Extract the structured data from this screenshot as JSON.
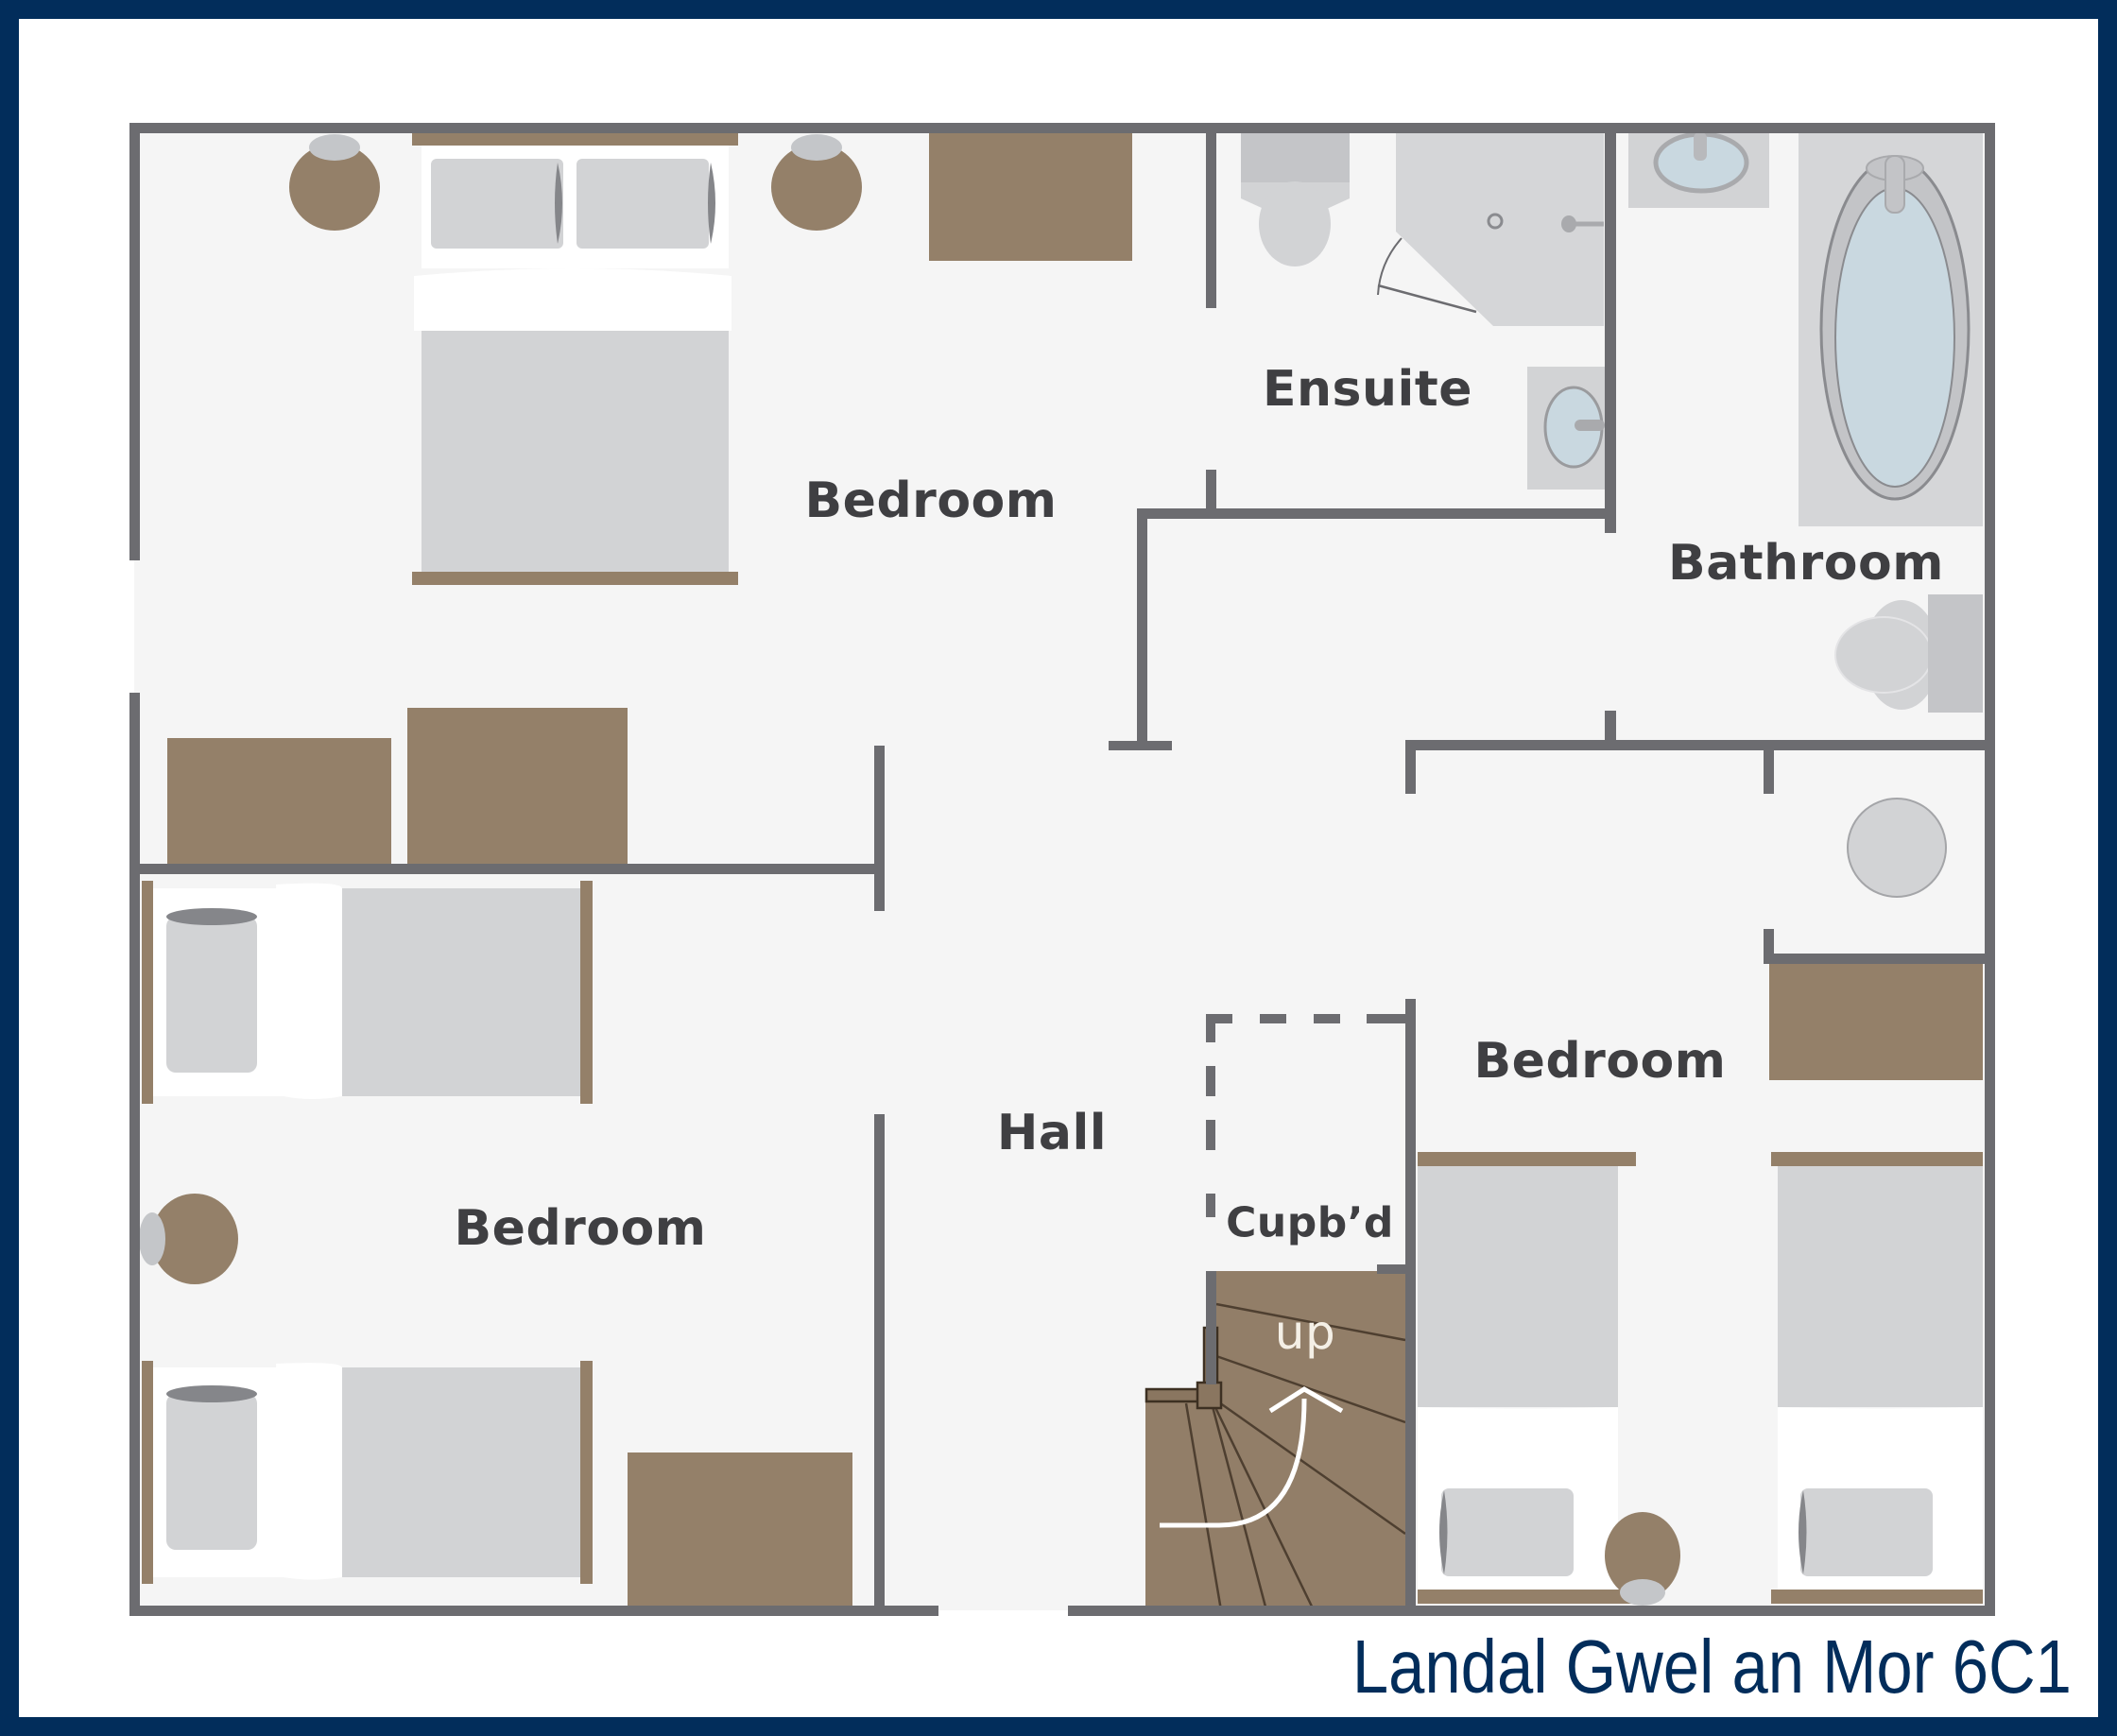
{
  "title": "Landal Gwel an Mor 6C1",
  "floor": {
    "rooms": [
      {
        "id": "bedroom-top-left",
        "label": "Bedroom"
      },
      {
        "id": "ensuite",
        "label": "Ensuite"
      },
      {
        "id": "bathroom",
        "label": "Bathroom"
      },
      {
        "id": "bedroom-bottom-left",
        "label": "Bedroom"
      },
      {
        "id": "hall",
        "label": "Hall"
      },
      {
        "id": "cupboard",
        "label": "Cupb’d"
      },
      {
        "id": "bedroom-bottom-right",
        "label": "Bedroom"
      }
    ],
    "stairs": {
      "label": "up"
    }
  },
  "colors": {
    "frame": "#022d5b",
    "wall": "#6c6c70",
    "floor": "#f5f5f5",
    "furniture_wood": "#948069",
    "fabric_gray": "#d2d3d5",
    "linen_white": "#ffffff",
    "water_blue": "#c9d8e0",
    "label_text": "#3f3f42"
  }
}
